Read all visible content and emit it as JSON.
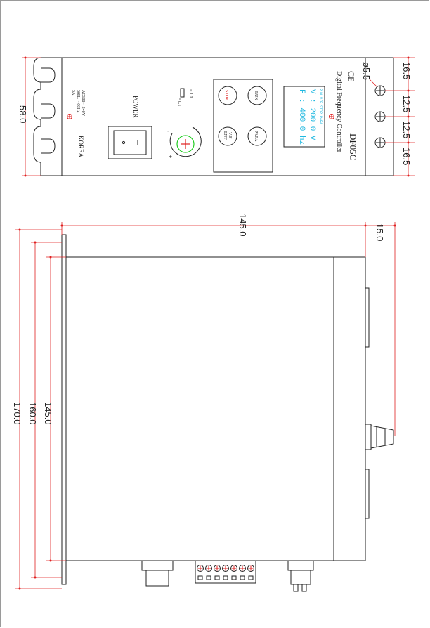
{
  "front_panel": {
    "model": "DF05C",
    "product_name": "Digital Frequency Controller",
    "ce_mark": "CE",
    "power_label": "POWER",
    "country": "KOREA",
    "rating_lines": [
      "AC100 ~ 240V",
      "50Hz ~ 60Hz",
      "5A"
    ],
    "switch_labels": [
      "= 1.0",
      "= 0.1"
    ],
    "knob_minus": "-",
    "knob_plus": "+",
    "buttons": {
      "stop": "STOP",
      "run": "RUN",
      "vf_ent_top": "V/F",
      "vf_ent_bottom": "ENT",
      "para": "PARA"
    },
    "display": {
      "header": "RUN V/F STOP PARA",
      "line1": "V : 200.0 V",
      "line2": "F : 400.0 hz"
    },
    "hole_diameter": "ø5.5",
    "dim_height": "58.0",
    "dim_segments": [
      "16.5",
      "12.5",
      "12.5",
      "16.5"
    ]
  },
  "side_view": {
    "dim_width": "145.0",
    "dim_offset": "15.0",
    "dim_heights": [
      "145.0",
      "160.0",
      "170.0"
    ]
  },
  "colors": {
    "line": "#222222",
    "dimension": "#e02020",
    "display_text": "#1fb8e0",
    "knob_ring": "#22cc22",
    "cross": "#e02020"
  }
}
